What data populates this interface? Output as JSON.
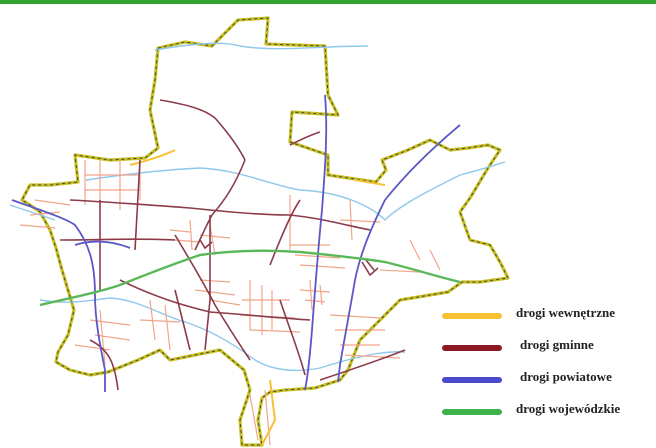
{
  "frame": {
    "accent_color": "#2fa52f"
  },
  "colors": {
    "boundary": "#c8c020",
    "boundary_dash": "#444444",
    "rivers": "#8ec8ec",
    "streets": "#f2a58a",
    "drogi_wewnetrzne": "#f6c233",
    "drogi_gminne": "#8c3b4a",
    "drogi_powiatowe": "#5b57c6",
    "drogi_wojewodzkie": "#5bb85a"
  },
  "legend": {
    "items": [
      {
        "label": "drogi wewnętrzne",
        "color": "#f6c233"
      },
      {
        "label": "drogi gminne",
        "color": "#8c1a24"
      },
      {
        "label": "drogi powiatowe",
        "color": "#4a4acc"
      },
      {
        "label": "drogi wojewódzkie",
        "color": "#3cb44a"
      }
    ]
  }
}
